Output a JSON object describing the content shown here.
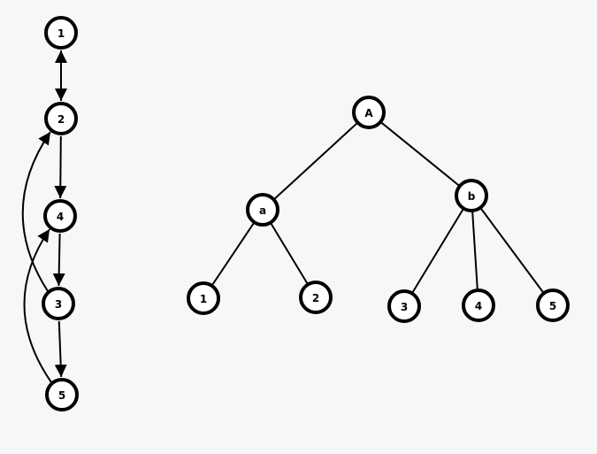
{
  "graph": {
    "nodes": [
      {
        "id": "g1",
        "label": "1"
      },
      {
        "id": "g2",
        "label": "2"
      },
      {
        "id": "g4",
        "label": "4"
      },
      {
        "id": "g3",
        "label": "3"
      },
      {
        "id": "g5",
        "label": "5"
      }
    ],
    "edges": [
      {
        "from": "g1",
        "to": "g2",
        "bidirectional": true
      },
      {
        "from": "g2",
        "to": "g4"
      },
      {
        "from": "g4",
        "to": "g3"
      },
      {
        "from": "g3",
        "to": "g5"
      },
      {
        "from": "g3",
        "to": "g2",
        "curved": true
      },
      {
        "from": "g5",
        "to": "g4",
        "curved": true
      }
    ]
  },
  "tree": {
    "nodes": [
      {
        "id": "A",
        "label": "A"
      },
      {
        "id": "a",
        "label": "a"
      },
      {
        "id": "b",
        "label": "b"
      },
      {
        "id": "t1",
        "label": "1"
      },
      {
        "id": "t2",
        "label": "2"
      },
      {
        "id": "t3",
        "label": "3"
      },
      {
        "id": "t4",
        "label": "4"
      },
      {
        "id": "t5",
        "label": "5"
      }
    ],
    "edges": [
      {
        "from": "A",
        "to": "a"
      },
      {
        "from": "A",
        "to": "b"
      },
      {
        "from": "a",
        "to": "t1"
      },
      {
        "from": "a",
        "to": "t2"
      },
      {
        "from": "b",
        "to": "t3"
      },
      {
        "from": "b",
        "to": "t4"
      },
      {
        "from": "b",
        "to": "t5"
      }
    ]
  }
}
